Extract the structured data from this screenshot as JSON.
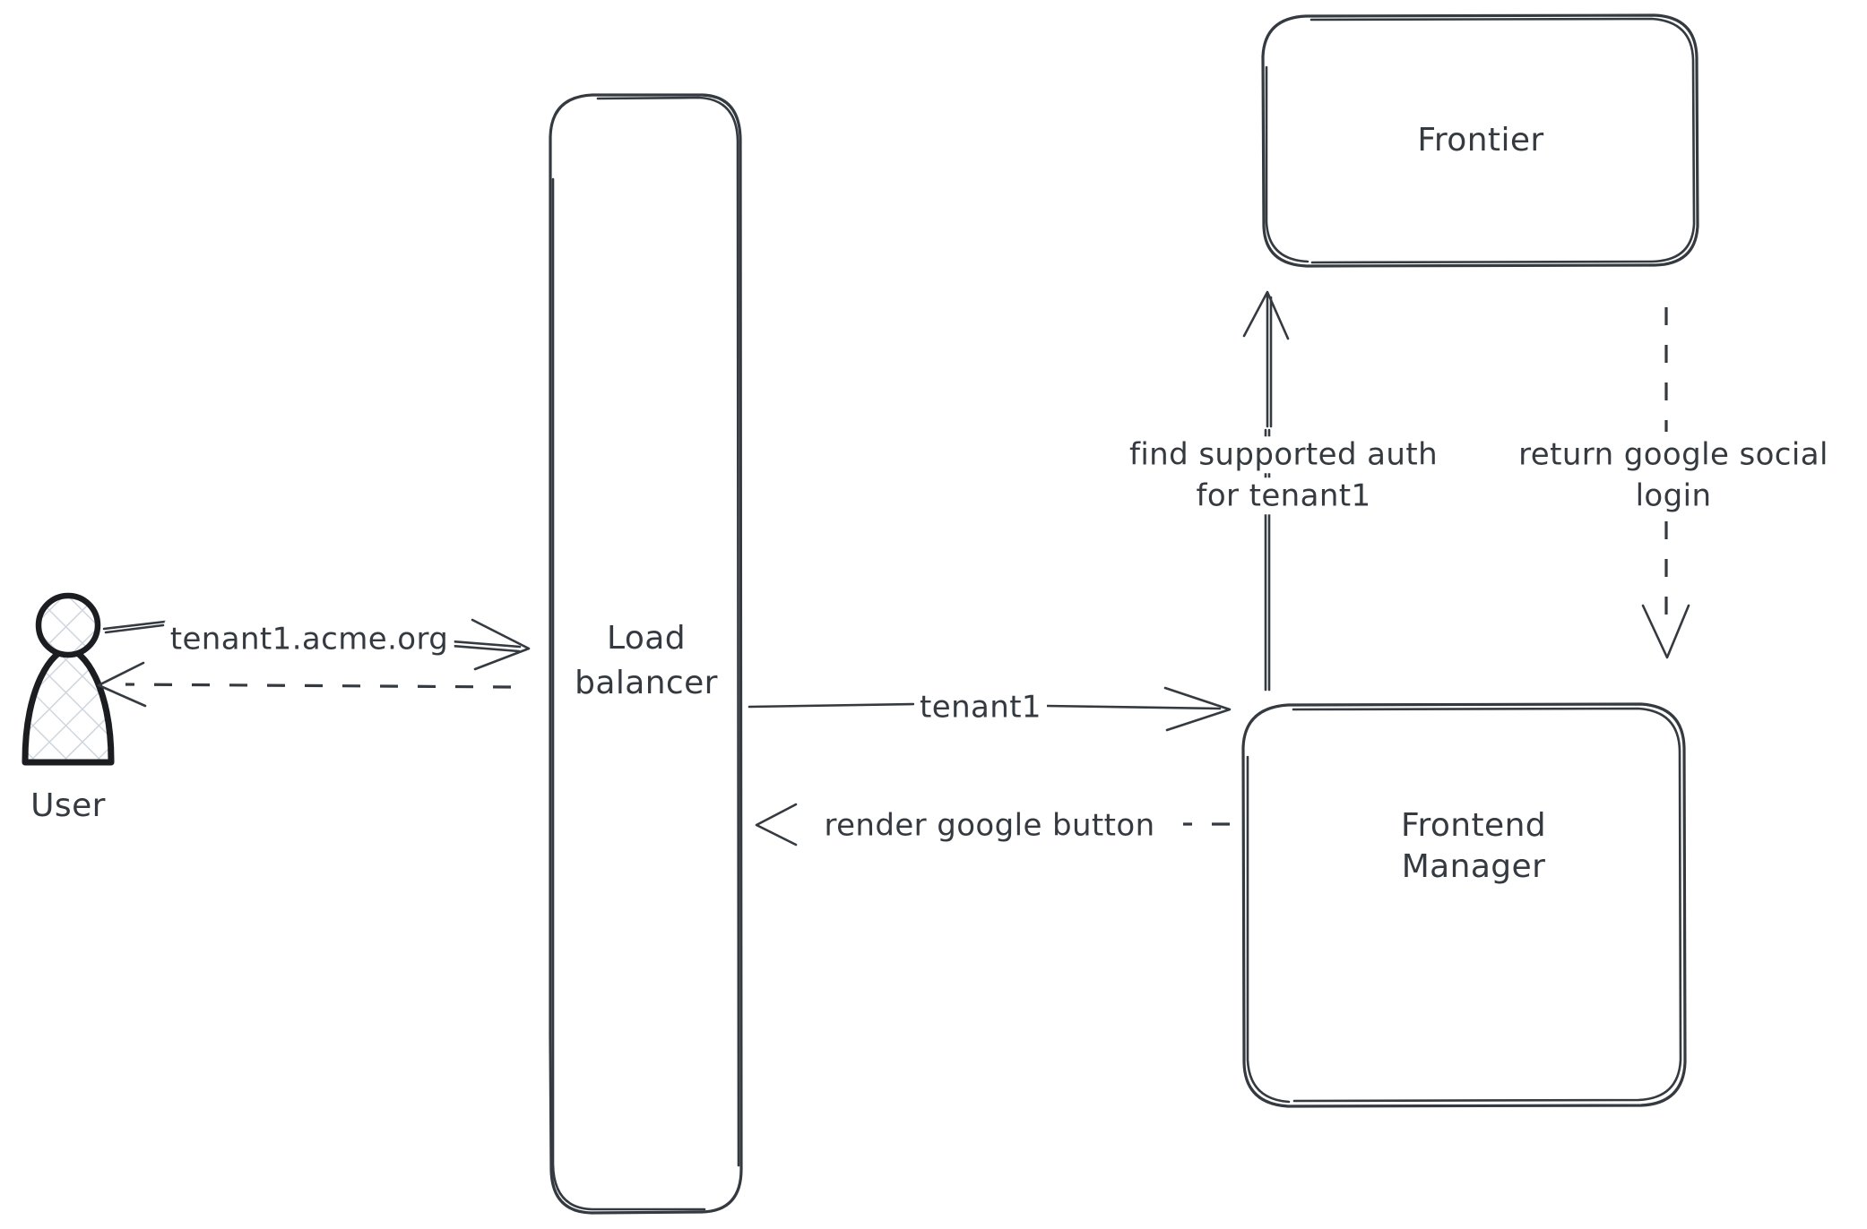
{
  "diagram": {
    "type": "architecture-flow-diagram",
    "background_color": "#ffffff",
    "stroke_color": "#343a40",
    "style": "hand-drawn-sketch",
    "nodes": [
      {
        "id": "user",
        "label": "User",
        "shape": "person-icon",
        "icon": "user-icon"
      },
      {
        "id": "load-balancer",
        "label": "Load\nbalancer",
        "shape": "rounded-rect-tall"
      },
      {
        "id": "frontier",
        "label": "Frontier",
        "shape": "rounded-rect"
      },
      {
        "id": "frontend-manager",
        "label": "Frontend\nManager",
        "shape": "rounded-rect"
      }
    ],
    "edges": [
      {
        "id": "user-to-lb",
        "from": "user",
        "to": "load-balancer",
        "label": "tenant1.acme.org",
        "line": "solid",
        "direction": "right"
      },
      {
        "id": "lb-to-user",
        "from": "load-balancer",
        "to": "user",
        "label": "",
        "line": "dashed",
        "direction": "left"
      },
      {
        "id": "lb-to-fm",
        "from": "load-balancer",
        "to": "frontend-manager",
        "label": "tenant1",
        "line": "solid",
        "direction": "right"
      },
      {
        "id": "fm-to-lb",
        "from": "frontend-manager",
        "to": "load-balancer",
        "label": "render google button",
        "line": "dashed",
        "direction": "left"
      },
      {
        "id": "fm-to-frontier",
        "from": "frontend-manager",
        "to": "frontier",
        "label": "find supported auth\nfor tenant1",
        "line": "solid",
        "direction": "up"
      },
      {
        "id": "frontier-to-fm",
        "from": "frontier",
        "to": "frontend-manager",
        "label": "return google social\nlogin",
        "line": "dashed",
        "direction": "down"
      }
    ],
    "labels": {
      "user": "User",
      "load_balancer_line1": "Load",
      "load_balancer_line2": "balancer",
      "frontier": "Frontier",
      "frontend_manager_line1": "Frontend",
      "frontend_manager_line2": "Manager",
      "edge_tenant_domain": "tenant1.acme.org",
      "edge_tenant1": "tenant1",
      "edge_render_google_button": "render google button",
      "edge_find_auth_line1": "find supported auth",
      "edge_find_auth_line2": "for tenant1",
      "edge_return_login_line1": "return google social",
      "edge_return_login_line2": "login"
    }
  }
}
